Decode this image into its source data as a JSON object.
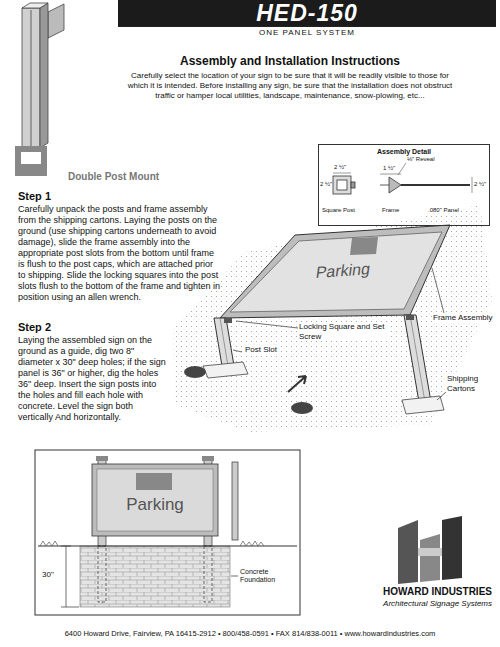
{
  "diagram": {
    "nodes": [
      {
        "text": [
          "HED-150",
          "ONE PANEL SYSTEM"
        ]
      },
      {
        "text": [
          "Assembly Detail"
        ]
      }
    ],
    "labels": [
      "Assembly and Installation Instructions",
      "Carefully select the location of your sign to be sure that it will be readily visible to those for which it is intended. Before installing any sign, be sure that the installation does not obstruct traffic or hamper local utilities, landscape, maintenance, snow-plowing, etc...",
      "Double Post Mount",
      "Step 1",
      "Carefully unpack the posts and frame assembly from the shipping cartons. Laying the posts on the ground (use shipping cartons underneath to avoid damage), slide the frame assembly into the appropriate post slots from the bottom until frame is flush to the post caps, which are attached prior to shipping. Slide the locking squares into the post slots flush to the bottom of the frame and tighten in position using an allen wrench.",
      "Step 2",
      "Laying the assembled sign on the ground as a guide, dig two 8\" diameter x 30\" deep holes; if the sign panel is 36\" or higher, dig the holes 36\" deep. Insert the sign posts into the holes and fill each hole with concrete. Level the sign both vertically And horizontally.",
      "⅛\" Reveal",
      "2 ½\"",
      "1 ½\"",
      "2 ½\"",
      "2 ½\"",
      "Square Post",
      "Frame",
      ".080\" Panel",
      "Parking",
      "Post Slot",
      "Locking Square and Set Screw",
      "Frame Assembly",
      "Shipping Cartons",
      "Parking",
      "30\"",
      "Concrete Foundation",
      "HOWARD INDUSTRIES",
      "Architectural Signage Systems",
      "6400 Howard Drive, Fairview, PA 16415-2912 • 800/458-0591 • FAX 814/838-0011 • www.howardindustries.com"
    ]
  }
}
